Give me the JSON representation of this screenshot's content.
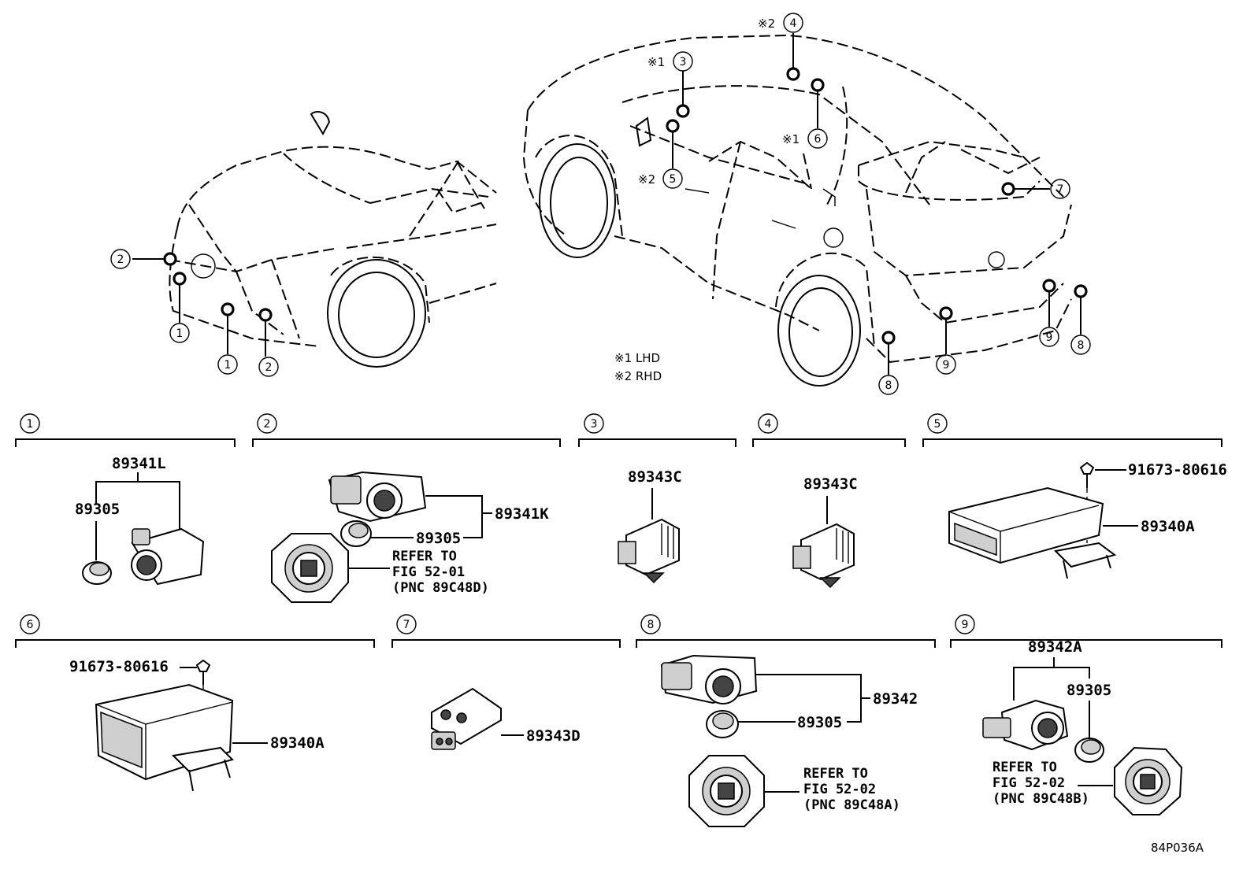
{
  "callouts": {
    "c1": "1",
    "c2": "2",
    "c3": "3",
    "c4": "4",
    "c5": "5",
    "c6": "6",
    "c7": "7",
    "c8": "8",
    "c9": "9"
  },
  "market_mark": {
    "lhd_mark": "※1",
    "rhd_mark": "※2"
  },
  "legend": {
    "lhd": "※1 LHD",
    "rhd": "※2 RHD"
  },
  "sections": [
    {
      "number": "1",
      "parts": [
        "89341L",
        "89305"
      ]
    },
    {
      "number": "2",
      "parts": [
        "89341K",
        "89305"
      ],
      "refer": [
        "REFER TO",
        "FIG 52-01",
        "(PNC 89C48D)"
      ]
    },
    {
      "number": "3",
      "parts": [
        "89343C"
      ]
    },
    {
      "number": "4",
      "parts": [
        "89343C"
      ]
    },
    {
      "number": "5",
      "parts": [
        "91673-80616",
        "89340A"
      ]
    },
    {
      "number": "6",
      "parts": [
        "91673-80616",
        "89340A"
      ]
    },
    {
      "number": "7",
      "parts": [
        "89343D"
      ]
    },
    {
      "number": "8",
      "parts": [
        "89342",
        "89305"
      ],
      "refer": [
        "REFER TO",
        "FIG 52-02",
        "(PNC 89C48A)"
      ]
    },
    {
      "number": "9",
      "parts": [
        "89342A",
        "89305"
      ],
      "refer": [
        "REFER TO",
        "FIG 52-02",
        "(PNC 89C48B)"
      ]
    }
  ],
  "illustration_code": "84P036A",
  "icons": [
    "front-car-illustration",
    "rear-car-illustration",
    "sensor-marker",
    "connector-icon",
    "ecu-icon",
    "bolt-icon",
    "sensor-bezel-icon"
  ]
}
